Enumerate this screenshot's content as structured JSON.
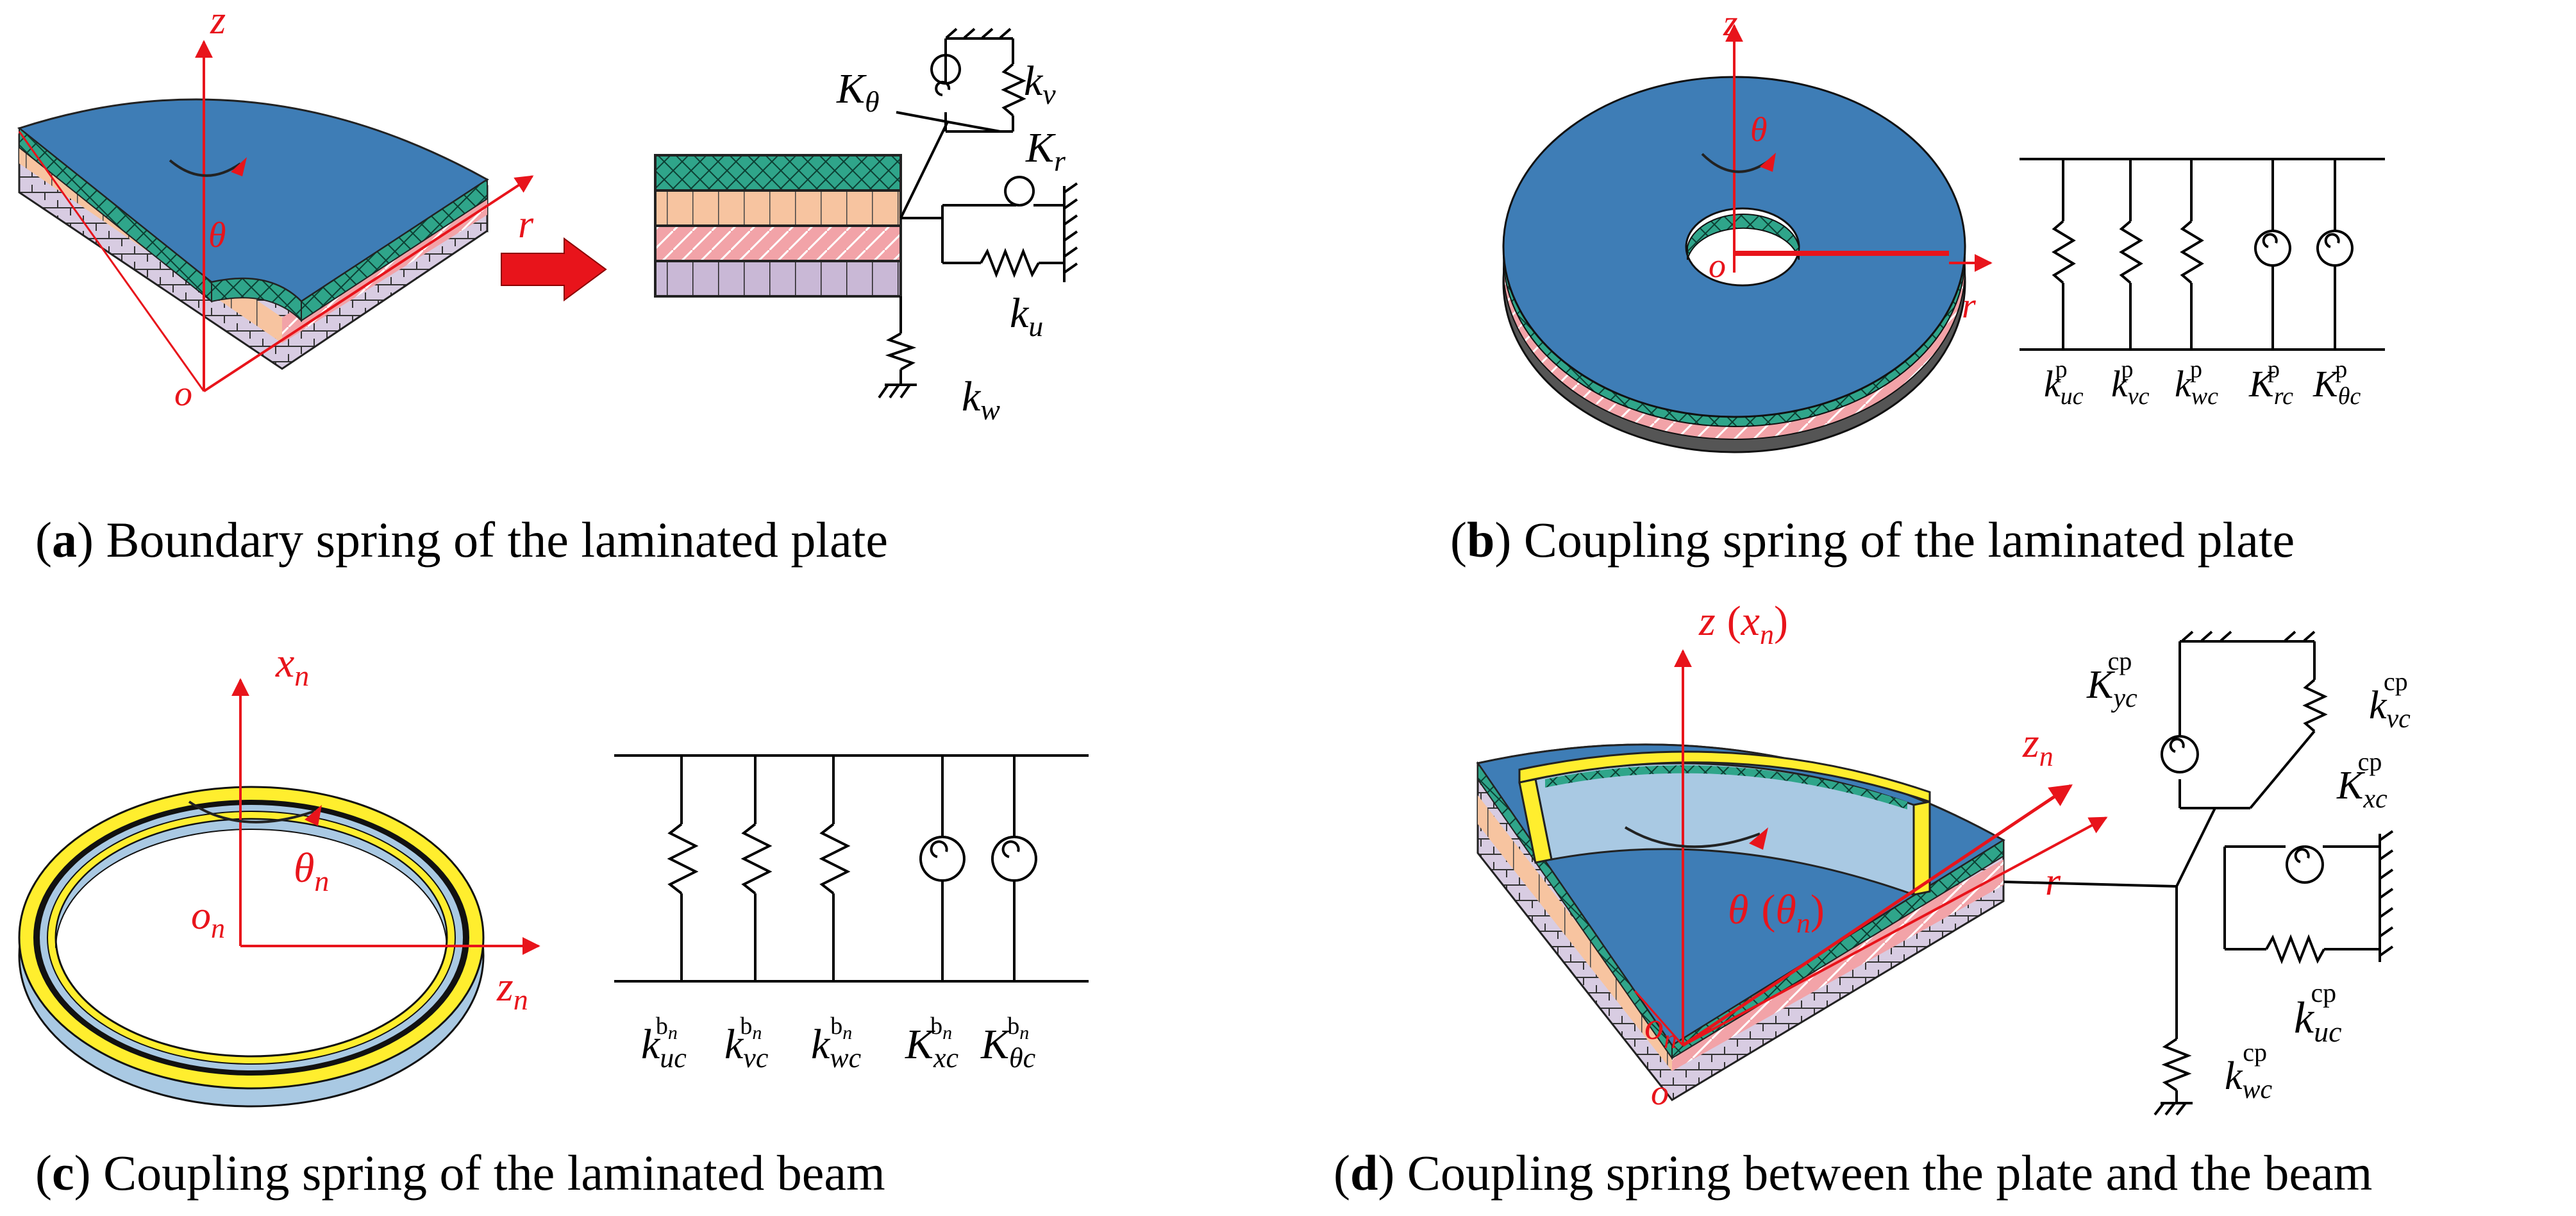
{
  "panels": {
    "a": {
      "caption_letter": "a",
      "caption_text": " Boundary spring of the laminated plate",
      "axis": {
        "z": "z",
        "r": "r",
        "o": "o",
        "theta": "θ"
      },
      "springs": {
        "K_theta": "K",
        "K_theta_sub": "θ",
        "k_v": "k",
        "k_v_sub": "v",
        "K_r": "K",
        "K_r_sub": "r",
        "k_u": "k",
        "k_u_sub": "u",
        "k_w": "k",
        "k_w_sub": "w"
      }
    },
    "b": {
      "caption_letter": "b",
      "caption_text": " Coupling spring of the laminated plate",
      "axis": {
        "z": "z",
        "r": "r",
        "o": "o",
        "theta": "θ"
      },
      "springs": [
        {
          "main": "k",
          "sub": "uc",
          "sup": "p"
        },
        {
          "main": "k",
          "sub": "vc",
          "sup": "p"
        },
        {
          "main": "k",
          "sub": "wc",
          "sup": "p"
        },
        {
          "main": "K",
          "sub": "rc",
          "sup": "p"
        },
        {
          "main": "K",
          "sub": "θc",
          "sup": "p"
        }
      ]
    },
    "c": {
      "caption_letter": "c",
      "caption_text": " Coupling spring of the laminated beam",
      "axis": {
        "x": "x",
        "x_sub": "n",
        "z": "z",
        "z_sub": "n",
        "o": "o",
        "o_sub": "n",
        "theta": "θ",
        "theta_sub": "n"
      },
      "springs": [
        {
          "main": "k",
          "sub": "uc",
          "sup": "b",
          "sup_sub": "n"
        },
        {
          "main": "k",
          "sub": "vc",
          "sup": "b",
          "sup_sub": "n"
        },
        {
          "main": "k",
          "sub": "wc",
          "sup": "b",
          "sup_sub": "n"
        },
        {
          "main": "K",
          "sub": "xc",
          "sup": "b",
          "sup_sub": "n"
        },
        {
          "main": "K",
          "sub": "θc",
          "sup": "b",
          "sup_sub": "n"
        }
      ]
    },
    "d": {
      "caption_letter": "d",
      "caption_text": " Coupling spring between the plate and the beam",
      "axis": {
        "z": "z",
        "xn_open": "(",
        "xn": "x",
        "xn_sub": "n",
        "xn_close": ")",
        "zn": "z",
        "zn_sub": "n",
        "r": "r",
        "o": "o",
        "on": "o",
        "on_sub": "n",
        "theta": "θ",
        "theta_n_open": "(",
        "theta_n": "θ",
        "theta_n_sub": "n",
        "theta_n_close": ")"
      },
      "springs": {
        "K_yc": {
          "main": "K",
          "sub": "yc",
          "sup": "cp"
        },
        "k_vc": {
          "main": "k",
          "sub": "vc",
          "sup": "cp"
        },
        "K_xc": {
          "main": "K",
          "sub": "xc",
          "sup": "cp"
        },
        "k_uc": {
          "main": "k",
          "sub": "uc",
          "sup": "cp"
        },
        "k_wc": {
          "main": "k",
          "sub": "wc",
          "sup": "cp"
        }
      }
    }
  },
  "colors": {
    "plate_top": "#3e7db6",
    "green_layer": "#2fa58a",
    "orange_layer": "#f7c4a0",
    "pink_layer": "#f2a3a8",
    "purple_layer": "#c9b8d6",
    "beam_yellow": "#ffee2e",
    "beam_blue": "#a9c9e3",
    "axis_red": "#e8141b"
  }
}
